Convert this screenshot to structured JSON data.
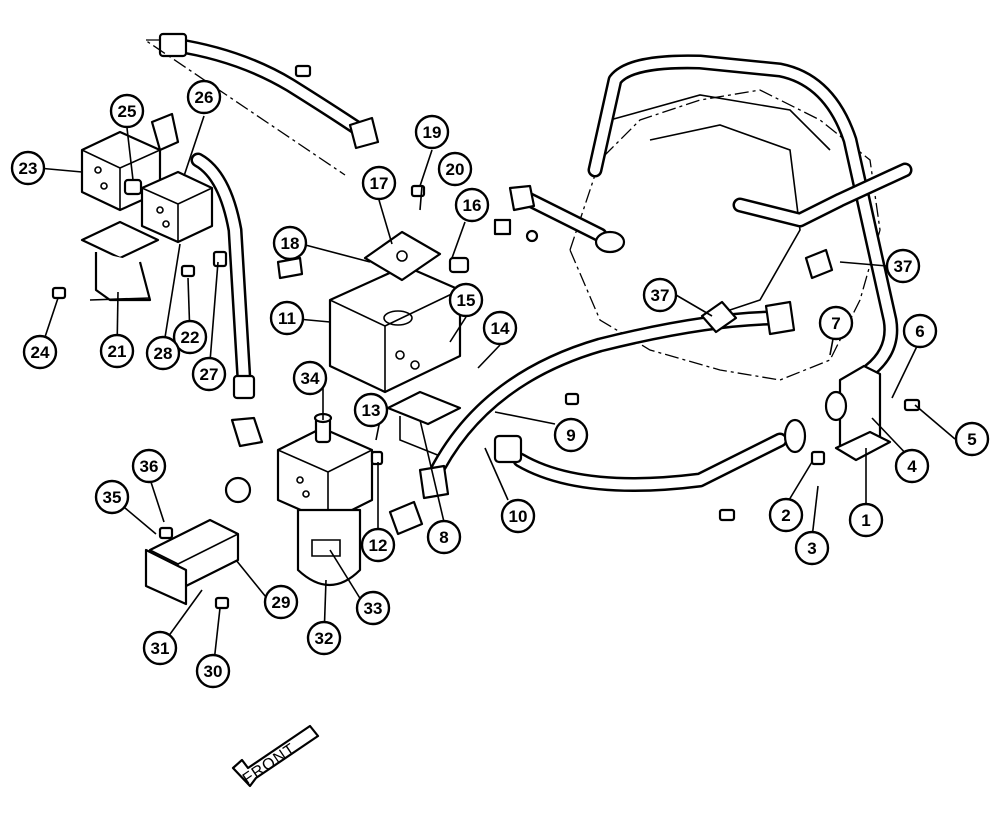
{
  "direction_label": "FRONT",
  "callouts": [
    "1",
    "2",
    "3",
    "4",
    "5",
    "6",
    "7",
    "8",
    "9",
    "10",
    "11",
    "12",
    "13",
    "14",
    "15",
    "16",
    "17",
    "18",
    "19",
    "20",
    "21",
    "22",
    "23",
    "24",
    "25",
    "26",
    "27",
    "28",
    "29",
    "30",
    "31",
    "32",
    "33",
    "34",
    "35",
    "36",
    "37",
    "37"
  ]
}
